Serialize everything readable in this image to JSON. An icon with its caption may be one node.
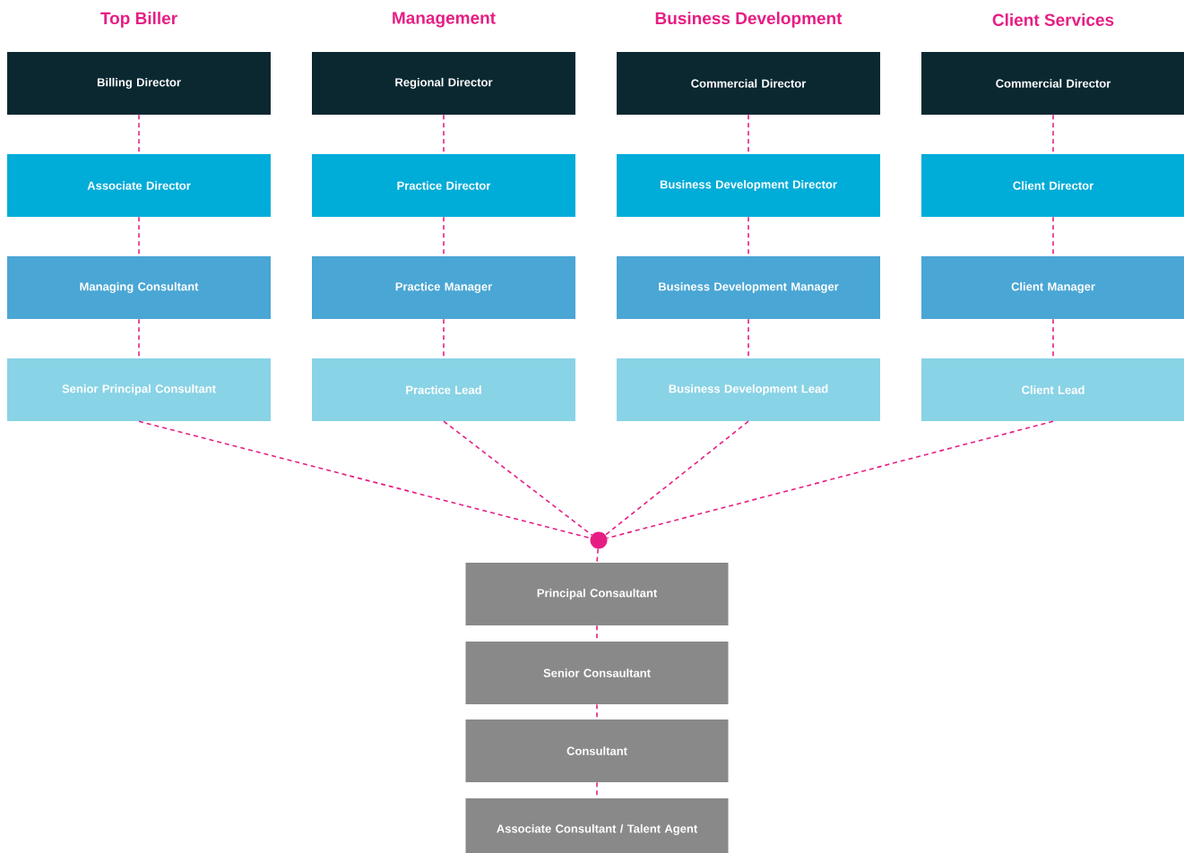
{
  "diagram": {
    "nodes": [
      {
        "text": [
          "Billing Director"
        ]
      },
      {
        "text": [
          "Regional Director"
        ]
      },
      {
        "text": [
          "Commercial Director"
        ]
      },
      {
        "text": [
          "Commercial Director"
        ]
      },
      {
        "text": [
          "Associate Director"
        ]
      },
      {
        "text": [
          "Practice Director"
        ]
      },
      {
        "text": [
          "Business Development Director"
        ]
      },
      {
        "text": [
          "Client Director"
        ]
      },
      {
        "text": [
          "Managing Consultant"
        ]
      },
      {
        "text": [
          "Practice Manager"
        ]
      },
      {
        "text": [
          "Business Development Manager"
        ]
      },
      {
        "text": [
          "Client Manager"
        ]
      },
      {
        "text": [
          "Senior Principal Consultant"
        ]
      },
      {
        "text": [
          "Practice Lead"
        ]
      },
      {
        "text": [
          "Business Development Lead"
        ]
      },
      {
        "text": [
          "Client Lead"
        ]
      },
      {
        "text": [],
        "shape": "circle"
      },
      {
        "text": [
          "Principal Consaultant"
        ]
      },
      {
        "text": [
          "Senior Consaultant"
        ]
      },
      {
        "text": [
          "Consultant"
        ]
      },
      {
        "text": [
          "Associate Consultant / Talent Agent"
        ]
      }
    ],
    "edges": [
      {
        "from": 0,
        "to": 4,
        "arrow": "none",
        "style": "dashed"
      },
      {
        "from": 1,
        "to": 5,
        "arrow": "none",
        "style": "dashed"
      },
      {
        "from": 2,
        "to": 6,
        "arrow": "none",
        "style": "dashed"
      },
      {
        "from": 3,
        "to": 7,
        "arrow": "none",
        "style": "dashed"
      },
      {
        "from": 4,
        "to": 8,
        "arrow": "none",
        "style": "dashed"
      },
      {
        "from": 5,
        "to": 9,
        "arrow": "none",
        "style": "dashed"
      },
      {
        "from": 6,
        "to": 10,
        "arrow": "none",
        "style": "dashed"
      },
      {
        "from": 7,
        "to": 11,
        "arrow": "none",
        "style": "dashed"
      },
      {
        "from": 8,
        "to": 12,
        "arrow": "none",
        "style": "dashed"
      },
      {
        "from": 9,
        "to": 13,
        "arrow": "none",
        "style": "dashed"
      },
      {
        "from": 10,
        "to": 14,
        "arrow": "none",
        "style": "dashed"
      },
      {
        "from": 11,
        "to": 15,
        "arrow": "none",
        "style": "dashed"
      },
      {
        "from": 12,
        "to": 16,
        "arrow": "none",
        "style": "dashed"
      },
      {
        "from": 13,
        "to": 16,
        "arrow": "none",
        "style": "dashed"
      },
      {
        "from": 14,
        "to": 16,
        "arrow": "none",
        "style": "dashed"
      },
      {
        "from": 15,
        "to": 16,
        "arrow": "none",
        "style": "dashed"
      },
      {
        "from": 16,
        "to": 17,
        "arrow": "none",
        "style": "dashed"
      },
      {
        "from": 17,
        "to": 18,
        "arrow": "none",
        "style": "dashed"
      },
      {
        "from": 18,
        "to": 19,
        "arrow": "none",
        "style": "dashed"
      },
      {
        "from": 19,
        "to": 20,
        "arrow": "none",
        "style": "dashed"
      }
    ],
    "labels": [
      "Top Biller",
      "Management",
      "Business Development",
      "Client Services"
    ]
  }
}
